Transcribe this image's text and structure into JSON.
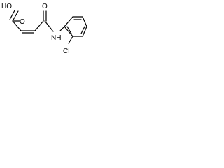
{
  "molecule": {
    "labels": {
      "carboxylic_acid": "HO",
      "carbonyl_top": "O",
      "carbonyl_amide": "O",
      "amide_nh": "NH",
      "chloro": "Cl"
    }
  }
}
